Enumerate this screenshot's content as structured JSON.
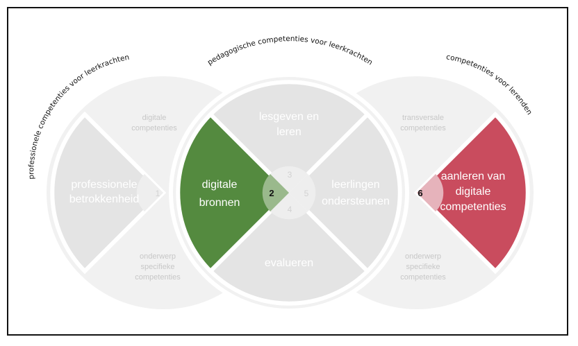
{
  "arc_labels": {
    "left": "professionele competenties voor leerkrachten",
    "middle": "pedagogische competenties voor leerkrachten",
    "right": "competenties voor lerenden"
  },
  "segments": {
    "s1": {
      "label_lines": [
        "professionele",
        "betrokkenheid"
      ],
      "number": "1"
    },
    "s2": {
      "label_lines": [
        "digitale",
        "bronnen"
      ],
      "number": "2"
    },
    "s3": {
      "label_lines": [
        "lesgeven en",
        "leren"
      ],
      "number": "3"
    },
    "s4": {
      "label_lines": [
        "evalueren"
      ],
      "number": "4"
    },
    "s5": {
      "label_lines": [
        "leerlingen",
        "ondersteunen"
      ],
      "number": "5"
    },
    "s6": {
      "label_lines": [
        "aanleren van",
        "digitale",
        "competenties"
      ],
      "number": "6"
    }
  },
  "small_labels": {
    "left_top": [
      "digitale",
      "competenties"
    ],
    "left_bottom": [
      "onderwerp",
      "specifieke",
      "competenties"
    ],
    "right_top": [
      "transversale",
      "competenties"
    ],
    "right_bottom": [
      "onderwerp",
      "specifieke",
      "competenties"
    ]
  },
  "colors": {
    "highlight_green": "#548a3f",
    "highlight_red": "#c94c5e",
    "circle_light": "#f1f1f1",
    "segment_gray": "#e4e4e4",
    "text_muted": "#c7c7c7"
  }
}
